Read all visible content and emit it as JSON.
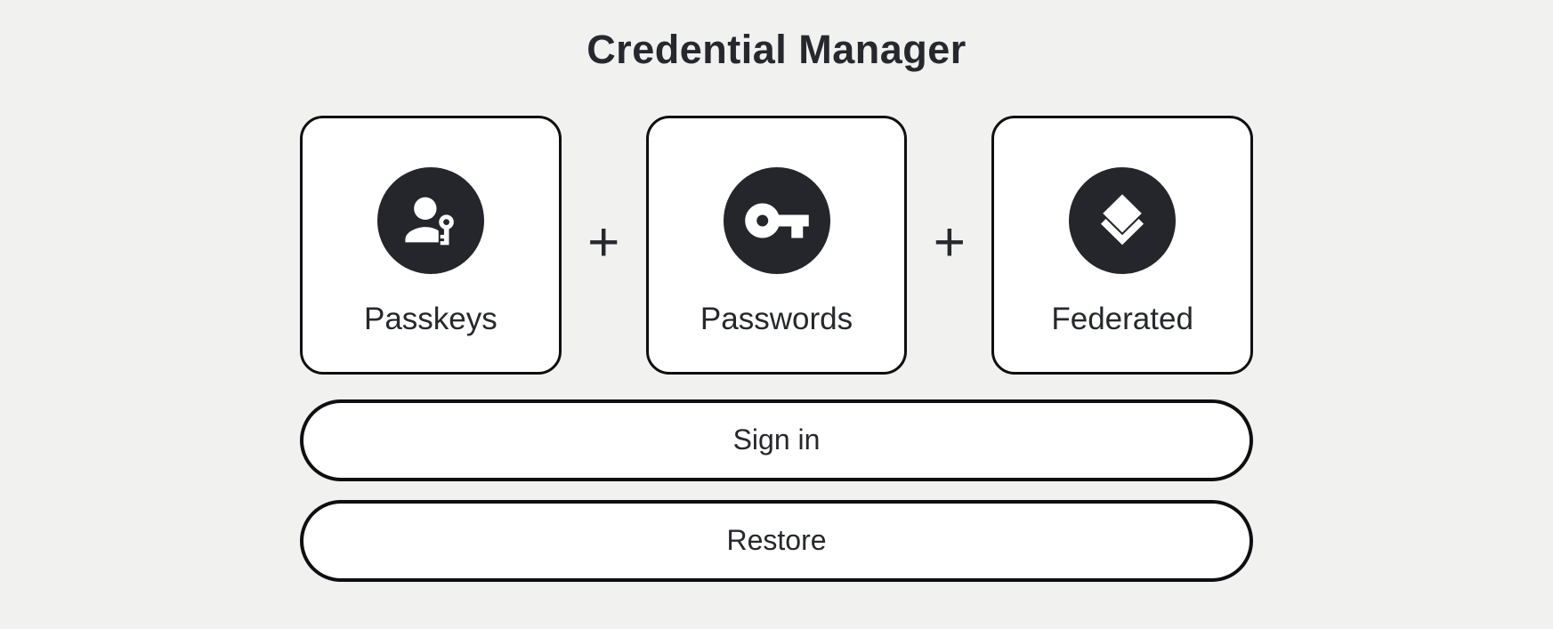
{
  "page": {
    "title": "Credential Manager",
    "background_color": "#f1f1ef",
    "card_background": "#ffffff",
    "border_color": "#0e0f12",
    "icon_circle_color": "#24262c",
    "icon_glyph_color": "#ffffff",
    "text_color": "#26282e"
  },
  "credentials": {
    "separator": "+",
    "cards": [
      {
        "label": "Passkeys",
        "icon": "passkey-icon"
      },
      {
        "label": "Passwords",
        "icon": "key-icon"
      },
      {
        "label": "Federated",
        "icon": "layers-icon"
      }
    ]
  },
  "actions": {
    "sign_in_label": "Sign in",
    "restore_label": "Restore"
  }
}
